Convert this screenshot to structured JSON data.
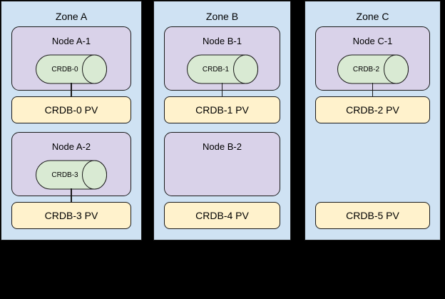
{
  "diagram": {
    "description": "CockroachDB nodes and persistent volumes across availability zones",
    "colors": {
      "background": "#000000",
      "zone_fill": "#cfe2f3",
      "node_fill": "#d9d2e9",
      "cylinder_fill": "#d9ead3",
      "pv_fill": "#fff2cc",
      "border": "#1a1a1a",
      "text": "#000000"
    },
    "zones": [
      {
        "title": "Zone A",
        "nodes": [
          {
            "title": "Node A-1",
            "cylinder": "CRDB-0",
            "connected_pv": "CRDB-0 PV"
          },
          {
            "title": "Node A-2",
            "cylinder": "CRDB-3",
            "connected_pv": "CRDB-3 PV"
          }
        ],
        "pvs": [
          "CRDB-0 PV",
          "CRDB-3 PV"
        ]
      },
      {
        "title": "Zone B",
        "nodes": [
          {
            "title": "Node B-1",
            "cylinder": "CRDB-1",
            "connected_pv": "CRDB-1 PV"
          },
          {
            "title": "Node B-2",
            "cylinder": null,
            "connected_pv": null
          }
        ],
        "pvs": [
          "CRDB-1 PV",
          "CRDB-4 PV"
        ]
      },
      {
        "title": "Zone C",
        "nodes": [
          {
            "title": "Node C-1",
            "cylinder": "CRDB-2",
            "connected_pv": "CRDB-2 PV"
          }
        ],
        "pvs": [
          "CRDB-2 PV",
          "CRDB-5 PV"
        ]
      }
    ]
  }
}
